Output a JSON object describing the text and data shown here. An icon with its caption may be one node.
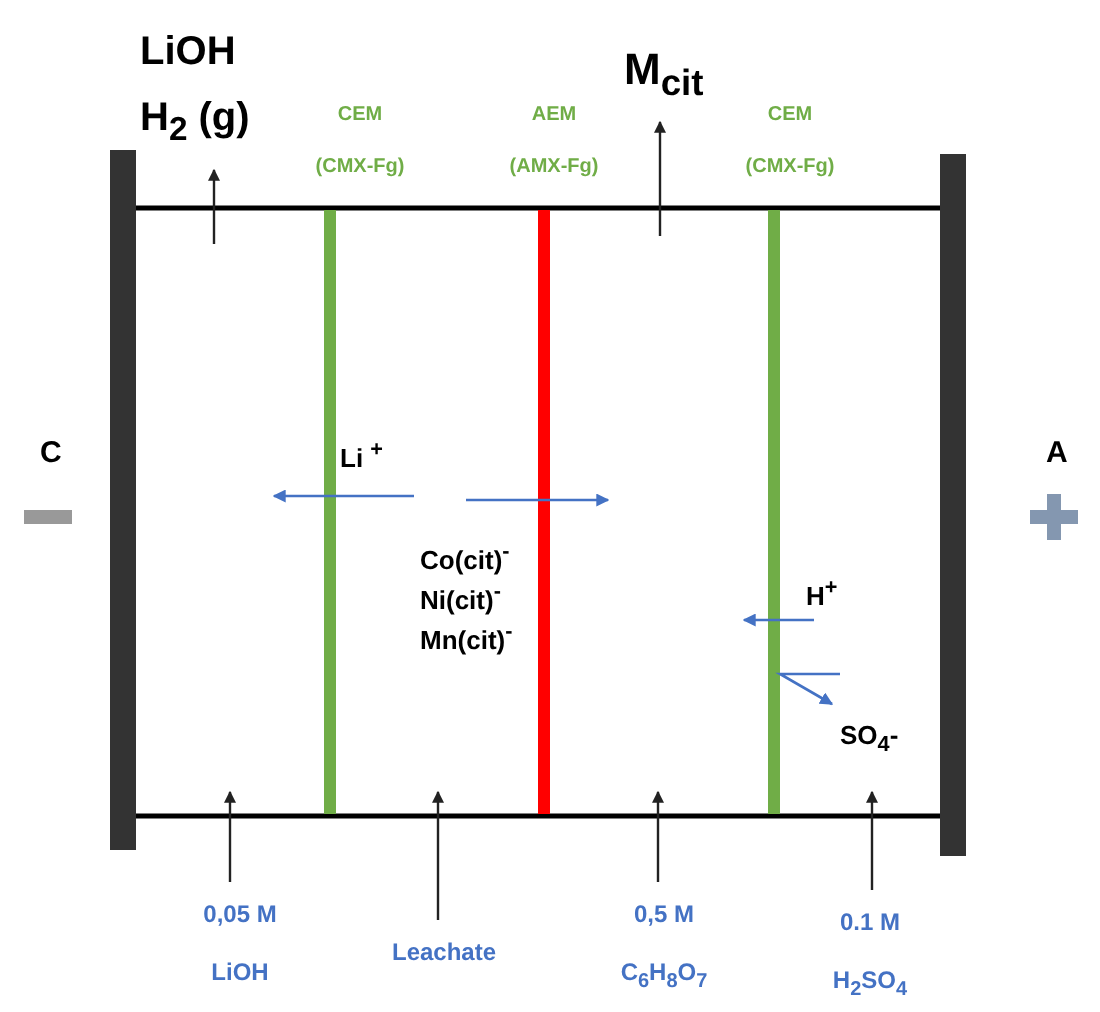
{
  "diagram": {
    "nodes": [
      {
        "text": [
          "LiOH",
          "H$_{2}$ (g)"
        ]
      },
      {
        "text": [
          "M$_{cit}$"
        ]
      },
      {
        "text": [
          "0,05 M",
          "LiOH"
        ]
      },
      {
        "text": [
          "Leachate"
        ]
      },
      {
        "text": [
          "0,5 M",
          "C$_{6}$H$_{8}$O$_{7}$"
        ]
      },
      {
        "text": [
          "0.1 M",
          "H$_{2}$SO$_{4}$"
        ]
      }
    ],
    "edges": [
      {
        "from": null,
        "to": 0,
        "arrow": "to"
      },
      {
        "from": null,
        "to": 1,
        "arrow": "to"
      },
      {
        "from": 2,
        "to": null,
        "arrow": "to"
      },
      {
        "from": 3,
        "to": null,
        "arrow": "to"
      },
      {
        "from": 4,
        "to": null,
        "arrow": "to"
      },
      {
        "from": 5,
        "to": null,
        "arrow": "to"
      }
    ],
    "labels": [
      "CEM",
      "(CMX-Fg)",
      "AEM",
      "(AMX-Fg)",
      "CEM",
      "(CMX-Fg)",
      "C",
      "A",
      "Li $^{+}$",
      "Co(cit)$^{-}$",
      "Ni(cit)$^{-}$",
      "Mn(cit)$^{-}$",
      "H$^{+}$",
      "SO$_{4}$-"
    ]
  }
}
